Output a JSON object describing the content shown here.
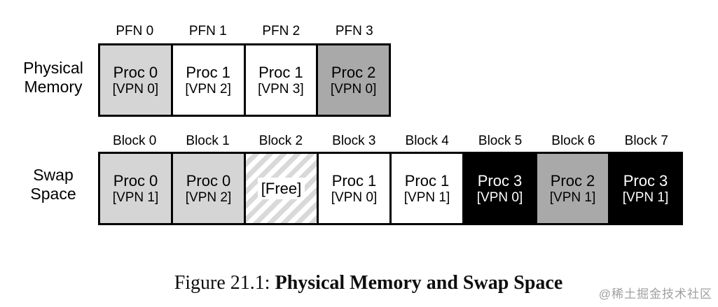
{
  "colors": {
    "light_gray": "#d5d5d5",
    "medium_gray": "#a9a9a9",
    "black": "#000000",
    "white": "#ffffff",
    "hatch_stripe": "#d9d9d9",
    "watermark_gray": "#a0a0a0"
  },
  "physical_memory": {
    "row_label_line1": "Physical",
    "row_label_line2": "Memory",
    "cells": [
      {
        "header": "PFN 0",
        "proc": "Proc 0",
        "vpn": "[VPN 0]",
        "bg": "#d5d5d5",
        "fg": "#000000"
      },
      {
        "header": "PFN 1",
        "proc": "Proc 1",
        "vpn": "[VPN 2]",
        "bg": "#ffffff",
        "fg": "#000000"
      },
      {
        "header": "PFN 2",
        "proc": "Proc 1",
        "vpn": "[VPN 3]",
        "bg": "#ffffff",
        "fg": "#000000"
      },
      {
        "header": "PFN 3",
        "proc": "Proc 2",
        "vpn": "[VPN 0]",
        "bg": "#a9a9a9",
        "fg": "#000000"
      }
    ]
  },
  "swap_space": {
    "row_label_line1": "Swap",
    "row_label_line2": "Space",
    "cells": [
      {
        "header": "Block 0",
        "proc": "Proc 0",
        "vpn": "[VPN 1]",
        "bg": "#d5d5d5",
        "fg": "#000000"
      },
      {
        "header": "Block 1",
        "proc": "Proc 0",
        "vpn": "[VPN 2]",
        "bg": "#d5d5d5",
        "fg": "#000000"
      },
      {
        "header": "Block 2",
        "proc": "[Free]",
        "vpn": "",
        "bg": "hatch",
        "fg": "#000000"
      },
      {
        "header": "Block 3",
        "proc": "Proc 1",
        "vpn": "[VPN 0]",
        "bg": "#ffffff",
        "fg": "#000000"
      },
      {
        "header": "Block 4",
        "proc": "Proc 1",
        "vpn": "[VPN 1]",
        "bg": "#ffffff",
        "fg": "#000000"
      },
      {
        "header": "Block 5",
        "proc": "Proc 3",
        "vpn": "[VPN 0]",
        "bg": "#000000",
        "fg": "#ffffff"
      },
      {
        "header": "Block 6",
        "proc": "Proc 2",
        "vpn": "[VPN 1]",
        "bg": "#a9a9a9",
        "fg": "#000000"
      },
      {
        "header": "Block 7",
        "proc": "Proc 3",
        "vpn": "[VPN 1]",
        "bg": "#000000",
        "fg": "#ffffff"
      }
    ]
  },
  "caption": {
    "prefix": "Figure 21.1: ",
    "title": "Physical Memory and Swap Space"
  },
  "watermark": "@稀土掘金技术社区"
}
